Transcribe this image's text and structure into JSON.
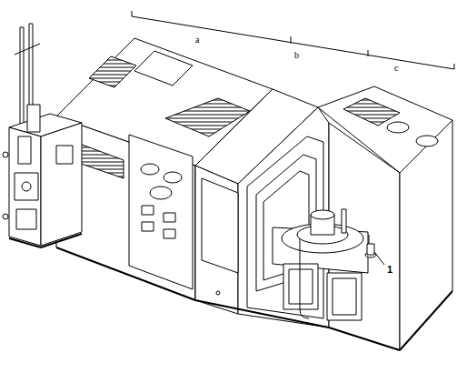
{
  "diagram": {
    "labels": [
      "a",
      "b",
      "c",
      "1"
    ]
  }
}
